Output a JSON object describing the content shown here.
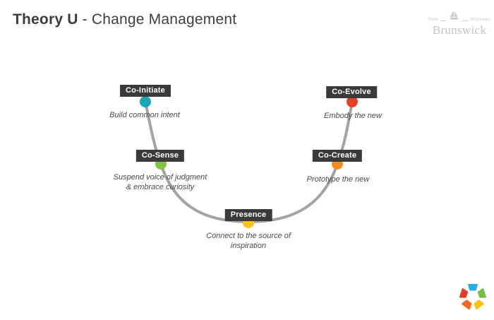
{
  "title": {
    "bold": "Theory U",
    "rest": " - Change Management"
  },
  "header_logo": {
    "left_word": "New",
    "right_word": "Nouveau",
    "name": "Brunswick"
  },
  "stages": [
    {
      "id": "co-initiate",
      "label": "Co-Initiate",
      "description": "Build common intent",
      "color": "#18a7b5"
    },
    {
      "id": "co-sense",
      "label": "Co-Sense",
      "description": "Suspend voice of judgment\n& embrace curiosity",
      "color": "#82c341"
    },
    {
      "id": "presence",
      "label": "Presence",
      "description": "Connect to the source of\ninspiration",
      "color": "#fdc513"
    },
    {
      "id": "co-create",
      "label": "Co-Create",
      "description": "Prototype the new",
      "color": "#f68b1f"
    },
    {
      "id": "co-evolve",
      "label": "Co-Evolve",
      "description": "Embody the new",
      "color": "#e5402a"
    }
  ],
  "colors": {
    "curve": "#a3a3a3",
    "label_background": "#3a3a3a",
    "label_text": "#ffffff",
    "description_text": "#4a4a4a",
    "title_text": "#3d3d3d",
    "logo_gray": "#c5c5c5"
  },
  "footer_logo": {
    "colors": [
      "#2babe2",
      "#72bf44",
      "#fdc010",
      "#f26522",
      "#e43b26"
    ]
  }
}
